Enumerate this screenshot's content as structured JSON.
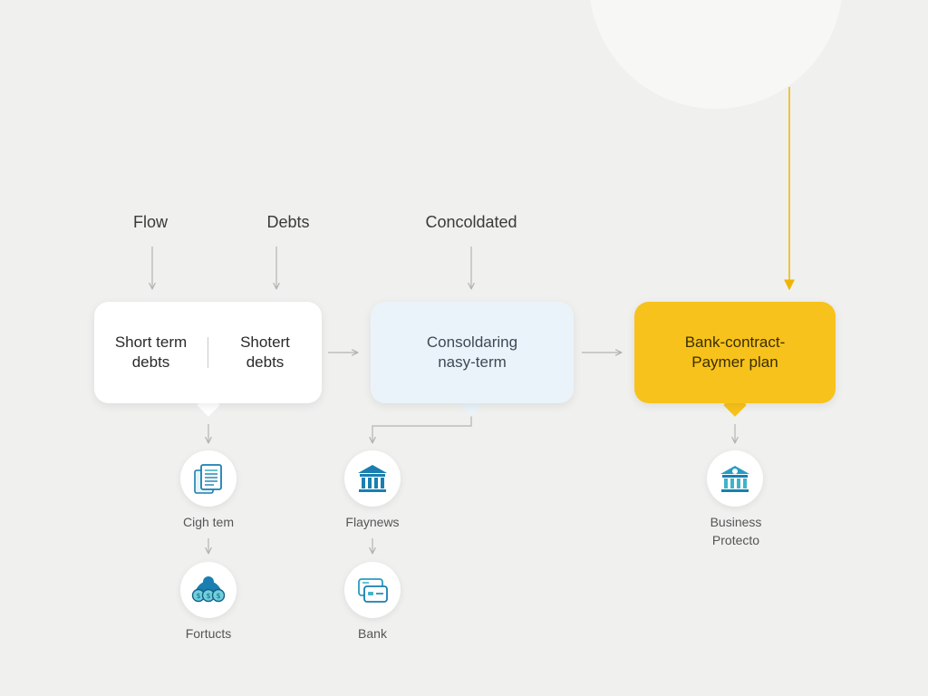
{
  "headers": {
    "flow": "Flow",
    "debts": "Debts",
    "consolidated": "Concoldated"
  },
  "boxes": {
    "short_term": "Short term\ndebts",
    "shotert": "Shotert\ndebts",
    "consolidating": "Consoldaring\nnasy-term",
    "bank_plan": "Bank-contract-\nPaymer plan"
  },
  "icons": {
    "docs": "Cigh tem",
    "bank_building": "Flaynews",
    "people": "Fortucts",
    "bank_cards": "Bank",
    "business": "Business\nProtecto"
  },
  "colors": {
    "accent_yellow": "#f7c21b",
    "accent_blue": "#1a7fb0",
    "box_blue": "#eaf3f9",
    "teal": "#3fb4c9"
  }
}
